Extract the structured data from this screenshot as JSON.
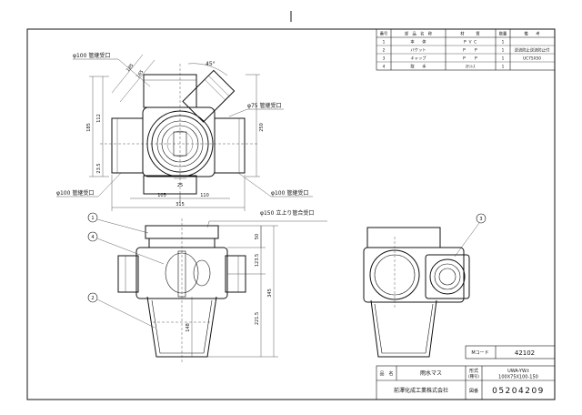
{
  "parts_table": {
    "headers": [
      "番号",
      "部　品　名　称",
      "材　　　質",
      "数量",
      "備　　考"
    ],
    "rows": [
      [
        "1",
        "本　　体",
        "Ｐ Ｖ Ｃ",
        "1",
        ""
      ],
      [
        "2",
        "バケット",
        "Ｐ　　Ｐ",
        "1",
        "逆流防止逆流防止付"
      ],
      [
        "3",
        "キャップ",
        "Ｐ　　Ｐ",
        "1",
        "UC75X50"
      ],
      [
        "4",
        "取　　手",
        "ｽﾃﾝﾚｽ",
        "1",
        ""
      ]
    ]
  },
  "top_view": {
    "pipe_label_top": "φ100 管継受口",
    "pipe_label_right": "φ75 管継受口",
    "pipe_label_left": "φ100 管継受口",
    "pipe_label_bottom": "φ100 管継受口",
    "dim_185_diag": "185",
    "dim_165_diag": "165",
    "dim_angle": "45°",
    "dim_185": "185",
    "dim_112": "112",
    "dim_23_5": "23.5",
    "dim_250": "250",
    "dim_25": "25",
    "dim_105": "105",
    "dim_110": "110",
    "dim_315": "315"
  },
  "front_view": {
    "riser_label": "φ150 立上り管合受口",
    "dim_50": "50",
    "dim_123_5": "123.5",
    "dim_345": "345",
    "dim_148": "148",
    "dim_221_5": "221.5",
    "balloons": [
      "1",
      "4",
      "2"
    ]
  },
  "side_view": {
    "balloon": "3"
  },
  "title_block": {
    "mcode_label": "Mコード",
    "mcode_value": "42102",
    "name_label": "品　名",
    "name_value": "雨水マス",
    "model_label": "形式",
    "model_label_sub": "(種号)",
    "model_value_1": "UWA-YW.t",
    "model_value_2": "100X75X100-150",
    "company": "前澤化成工業株式会社",
    "drawing_no_label": "図番",
    "drawing_no": "05204209"
  }
}
